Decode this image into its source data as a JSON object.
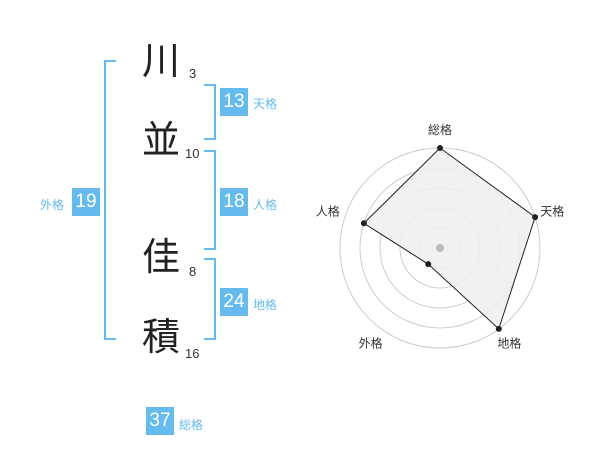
{
  "name": {
    "chars": [
      {
        "char": "川",
        "strokes": "3"
      },
      {
        "char": "並",
        "strokes": "10"
      },
      {
        "char": "佳",
        "strokes": "8"
      },
      {
        "char": "積",
        "strokes": "16"
      }
    ]
  },
  "fortune": {
    "tenkaku": {
      "value": "13",
      "label": "天格"
    },
    "jinkaku": {
      "value": "18",
      "label": "人格"
    },
    "chikaku": {
      "value": "24",
      "label": "地格"
    },
    "gaikaku": {
      "value": "19",
      "label": "外格"
    },
    "soukaku": {
      "value": "37",
      "label": "総格"
    }
  },
  "radar": {
    "axes": [
      "総格",
      "天格",
      "地格",
      "外格",
      "人格"
    ],
    "levels": 5,
    "values": [
      5,
      5,
      5,
      1,
      4
    ],
    "max": 5,
    "colors": {
      "fill": "#eeeeee",
      "stroke": "#222222",
      "grid": "#cccccc",
      "center": "#bbbbbb"
    }
  }
}
